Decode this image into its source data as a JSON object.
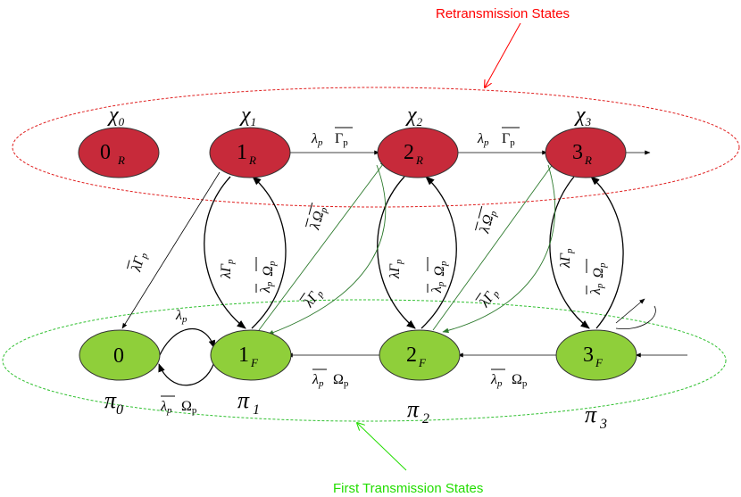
{
  "captions": {
    "retransmission": "Retransmission States",
    "first_transmission": "First Transmission States"
  },
  "retransmission_states": [
    {
      "label": "0",
      "sub": "R",
      "prob": "χ",
      "prob_sub": "0"
    },
    {
      "label": "1",
      "sub": "R",
      "prob": "χ",
      "prob_sub": "1"
    },
    {
      "label": "2",
      "sub": "R",
      "prob": "χ",
      "prob_sub": "2"
    },
    {
      "label": "3",
      "sub": "R",
      "prob": "χ",
      "prob_sub": "3"
    }
  ],
  "first_states": [
    {
      "label": "0",
      "sub": "",
      "prob": "π",
      "prob_sub": "0"
    },
    {
      "label": "1",
      "sub": "F",
      "prob": "π",
      "prob_sub": "1"
    },
    {
      "label": "2",
      "sub": "F",
      "prob": "π",
      "prob_sub": "2"
    },
    {
      "label": "3",
      "sub": "F",
      "prob": "π",
      "prob_sub": "3"
    }
  ],
  "transitions": {
    "lambda": "λ",
    "lambda_sub": "p",
    "Gamma_bar": "Γ",
    "Omega": "Ω",
    "p": "p",
    "bar_lambda_gamma": "λΓ"
  },
  "colors": {
    "retransmission_fill": "#c72a3a",
    "first_fill": "#8fcf3a",
    "red_ellipse": "#e02020",
    "green_ellipse": "#30c030",
    "green_arrow": "#2d7a2d",
    "caption_red": "#ff0000",
    "caption_green": "#22dd00"
  }
}
